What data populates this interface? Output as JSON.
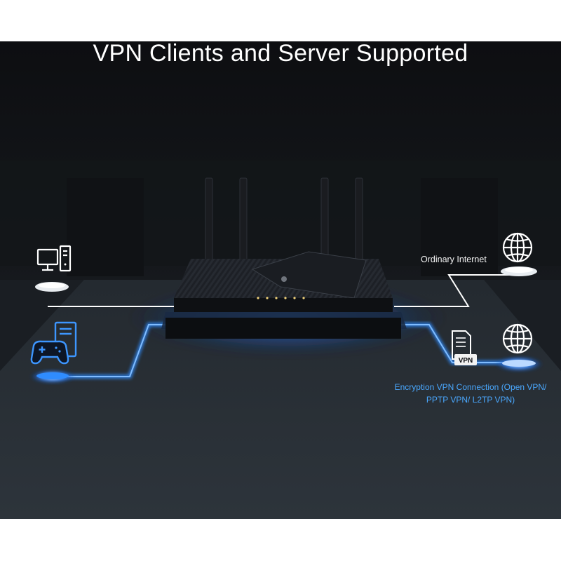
{
  "headline": "VPN Clients and Server Supported",
  "ordinary_internet_label": "Ordinary Internet",
  "vpn_connection_label": "Encryption VPN Connection (Open VPN/ PPTP VPN/ L2TP VPN)",
  "vpn_tag": "VPN",
  "colors": {
    "background": "#0b0c0f",
    "ordinary_line": "#ffffff",
    "vpn_line": "#2f8cff",
    "vpn_text": "#4aa8ff"
  },
  "icons": {
    "desktop": "desktop-computer-icon",
    "gamepad": "game-console-icon",
    "globe_top": "globe-icon",
    "globe_bottom": "globe-icon",
    "vpn_server": "vpn-server-icon",
    "router": "wifi-router"
  }
}
